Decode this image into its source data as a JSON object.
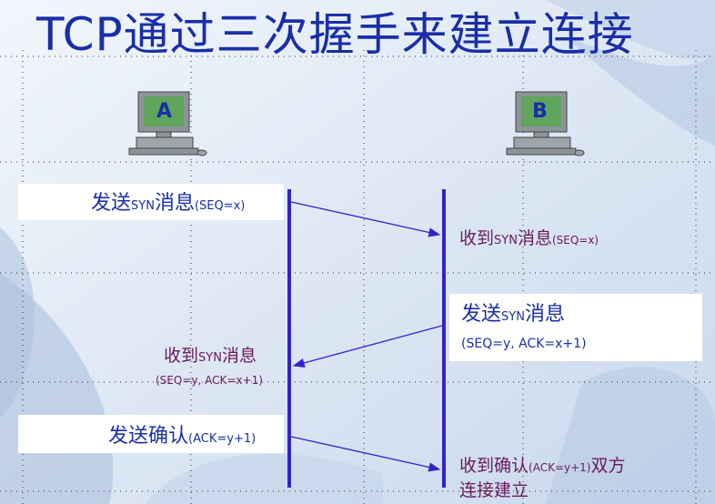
{
  "title": "TCP通过三次握手来建立连接",
  "hosts": {
    "a": "A",
    "b": "B"
  },
  "step1": {
    "a_main": "发送",
    "a_syn": "SYN",
    "a_msg": "消息",
    "a_param": "(SEQ=x)",
    "b_main": "收到",
    "b_syn": "SYN",
    "b_msg": "消息",
    "b_param": "(SEQ=x)"
  },
  "step2": {
    "b_main": "发送",
    "b_syn": "SYN",
    "b_msg": "消息",
    "b_param": "(SEQ=y, ACK=x+1)",
    "a_main": "收到",
    "a_syn": "SYN",
    "a_msg": "消息",
    "a_param": "(SEQ=y, ACK=x+1)"
  },
  "step3": {
    "a_main": "发送确认",
    "a_param": "(ACK=y+1)",
    "b_main": "收到确认",
    "b_param": "(ACK=y+1)",
    "b_tail": "双方",
    "b_line2": "连接建立"
  },
  "colors": {
    "accent": "#1a2ea8",
    "purple": "#6a1a5e",
    "line": "#3322cc"
  }
}
